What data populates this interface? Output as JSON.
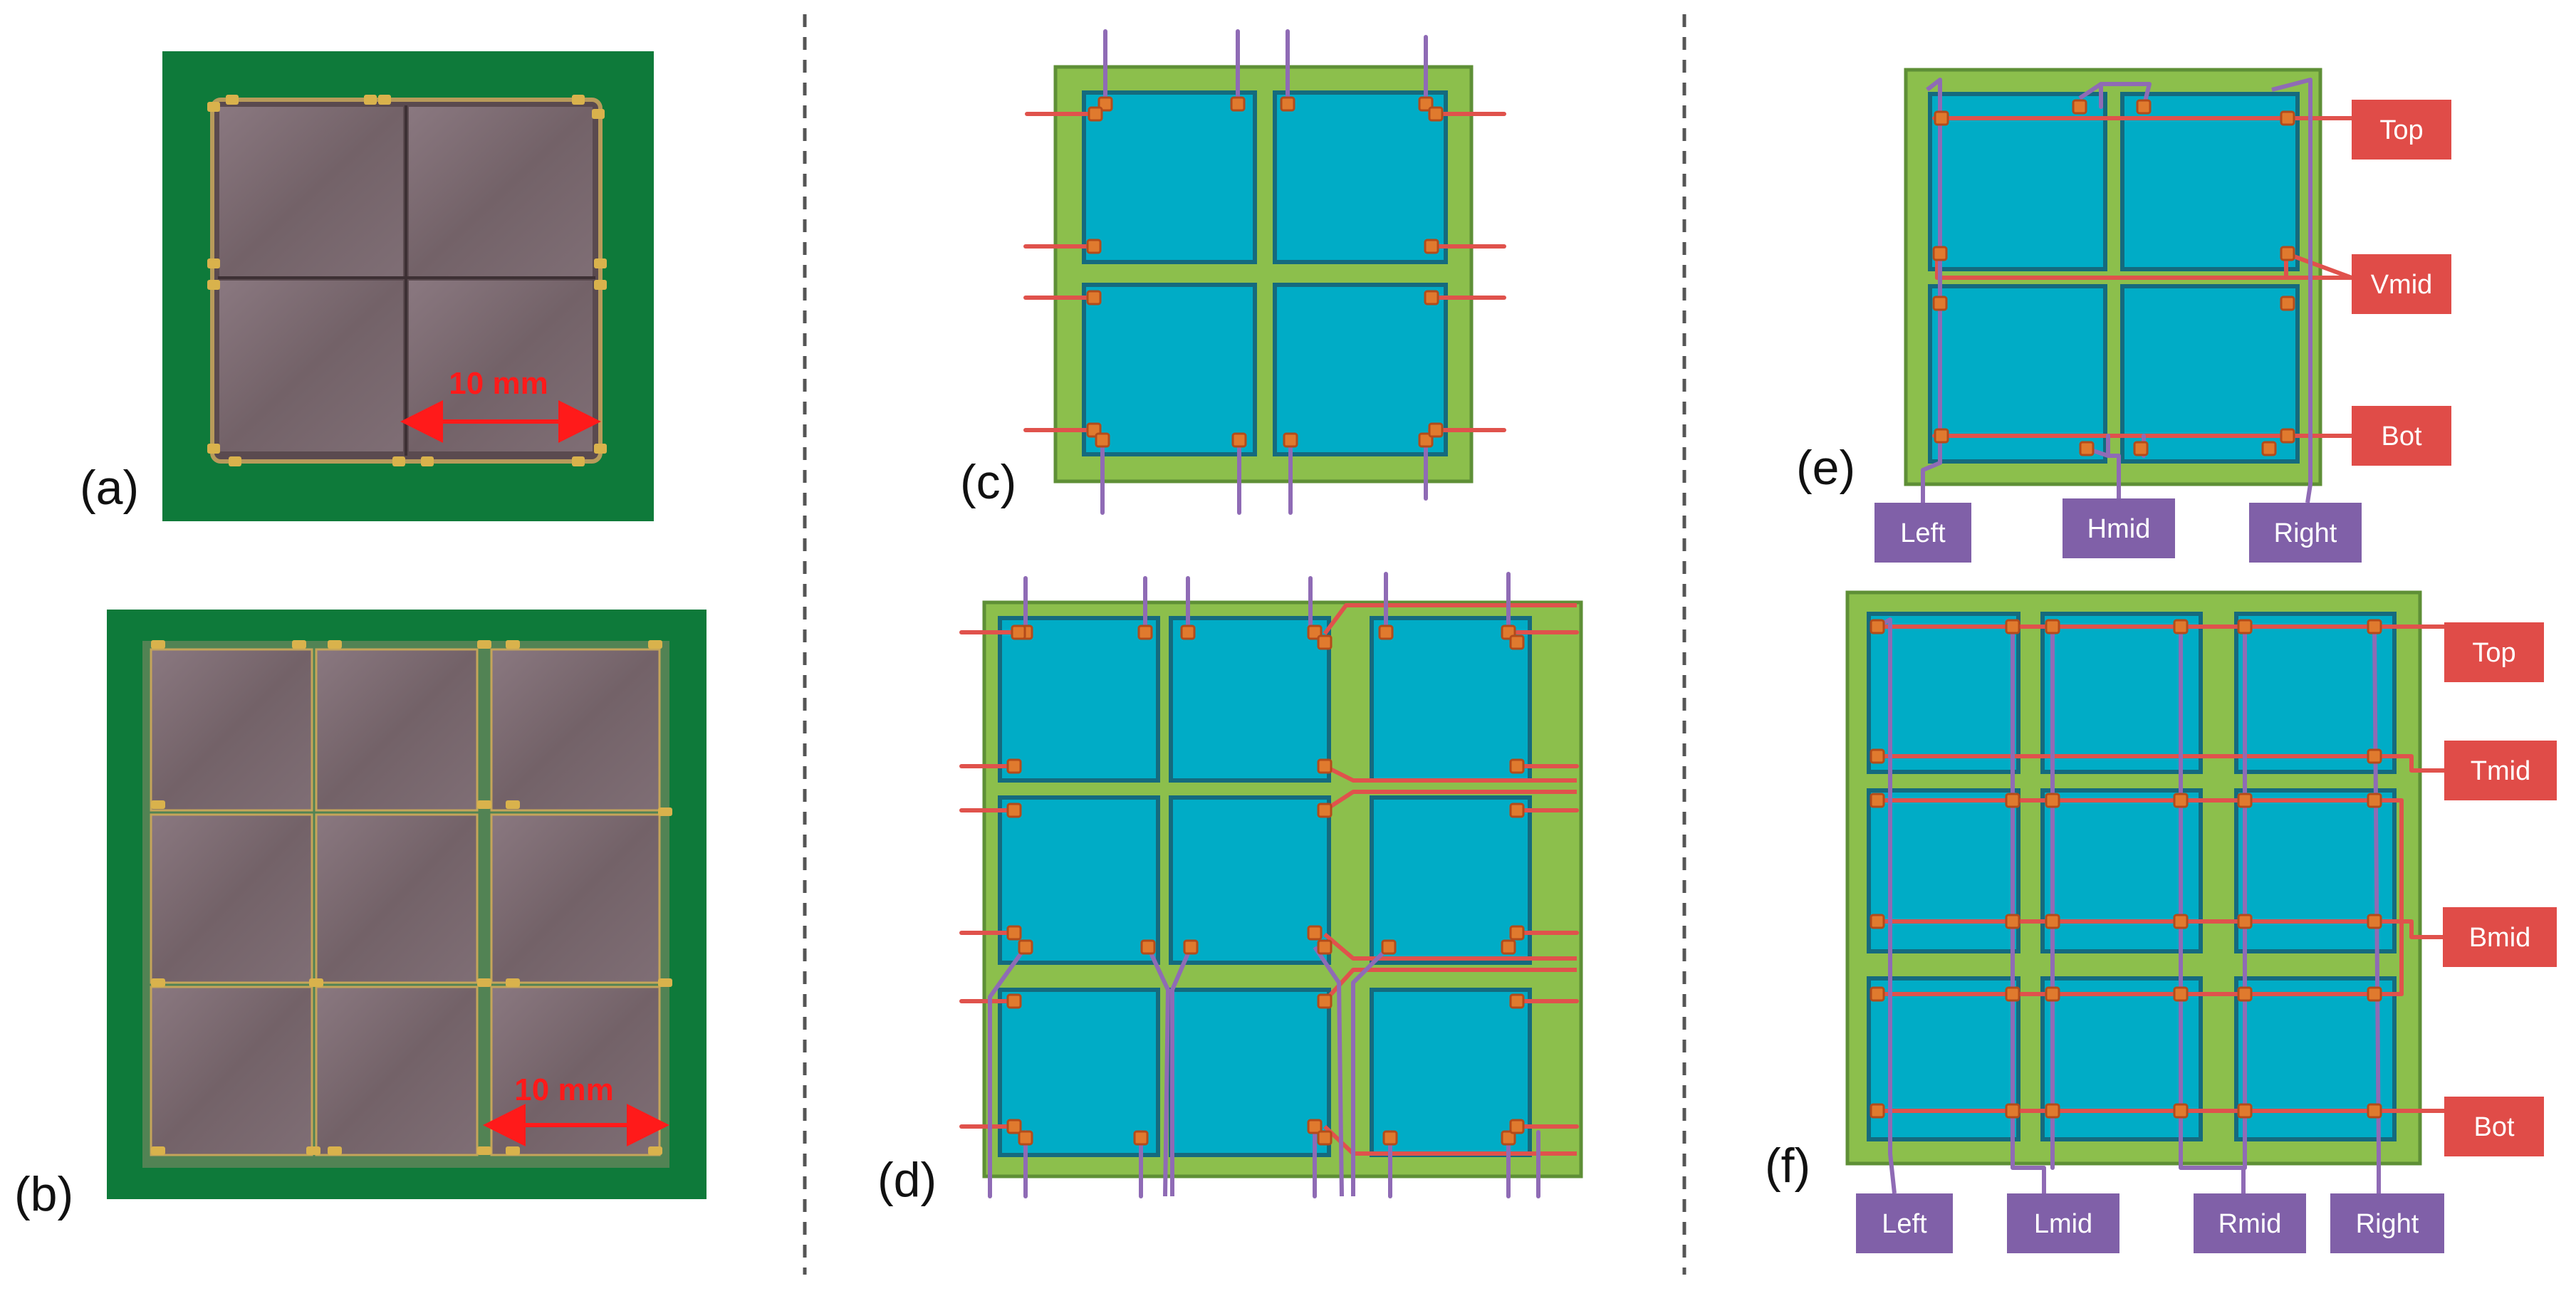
{
  "panels": {
    "a": {
      "label": "(a)",
      "scale_text": "10 mm"
    },
    "b": {
      "label": "(b)",
      "scale_text": "10 mm"
    },
    "c": {
      "label": "(c)"
    },
    "d": {
      "label": "(d)"
    },
    "e": {
      "label": "(e)",
      "row_labels": [
        "Top",
        "Vmid",
        "Bot"
      ],
      "col_labels": [
        "Left",
        "Hmid",
        "Right"
      ]
    },
    "f": {
      "label": "(f)",
      "row_labels": [
        "Top",
        "Tmid",
        "Bmid",
        "Bot"
      ],
      "col_labels": [
        "Left",
        "Lmid",
        "Rmid",
        "Right"
      ]
    }
  },
  "colors": {
    "pcb_green": "#0e7a3a",
    "sipm_gray": "#7b6a70",
    "board_green": "#8cbf4c",
    "board_border": "#5e8f36",
    "pixel_cyan": "#00acc6",
    "pixel_border": "#156a7e",
    "red_trace": "#e0524c",
    "purple_trace": "#8f6bb5",
    "label_red": "#e04c48",
    "label_purple": "#8060a8",
    "divider": "#555555"
  }
}
